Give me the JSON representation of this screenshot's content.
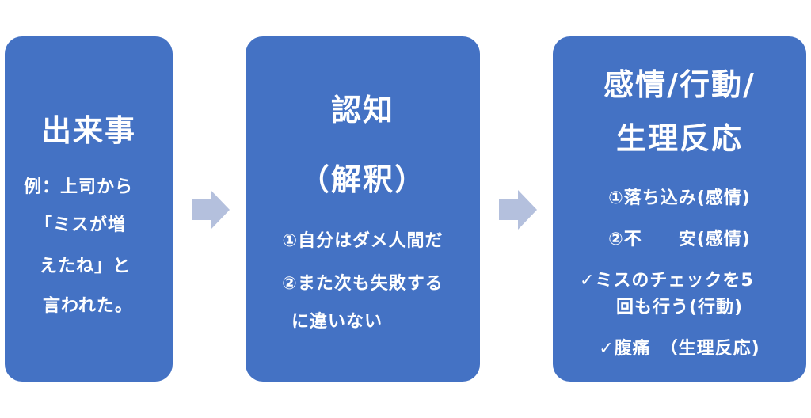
{
  "colors": {
    "box": "#4472c4",
    "arrow": "#b4c0dd",
    "text": "#ffffff"
  },
  "event_box": {
    "title": "出来事",
    "lines": [
      "例：上司から",
      "「ミスが増",
      "えたね」と",
      "言われた。"
    ]
  },
  "cognition_box": {
    "title": "認知",
    "subtitle": "（解釈）",
    "lines": [
      "①自分はダメ人間だ",
      "②また次も失敗する",
      "に違いない"
    ]
  },
  "reaction_box": {
    "title_line1": "感情/行動/",
    "title_line2": "生理反応",
    "lines": [
      "①落ち込み(感情)",
      "②不　　安(感情)",
      "✓ミスのチェックを5",
      "回も行う(行動)",
      "✓腹痛　（生理反応)"
    ]
  },
  "arrows": [
    "arrow-right-icon",
    "arrow-right-icon"
  ]
}
